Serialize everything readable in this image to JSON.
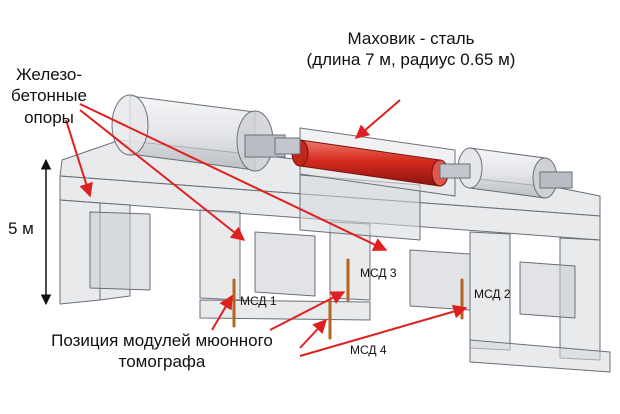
{
  "labels": {
    "supports_line1": "Железо-",
    "supports_line2": "бетонные",
    "supports_line3": "опоры",
    "flywheel_line1": "Маховик - сталь",
    "flywheel_line2": "(длина 7 м, радиус 0.65 м)",
    "height": "5 м",
    "position_line1": "Позиция модулей мюонного",
    "position_line2": "томографа"
  },
  "modules": {
    "msd1": "МСД 1",
    "msd2": "МСД 2",
    "msd3": "МСД 3",
    "msd4": "МСД 4"
  },
  "colors": {
    "flywheel": "#d42a1e",
    "arrows": "#e02020",
    "structure_fill": "#d6d8dc",
    "structure_line": "#6a6f78",
    "module_rod": "#b5651d"
  }
}
